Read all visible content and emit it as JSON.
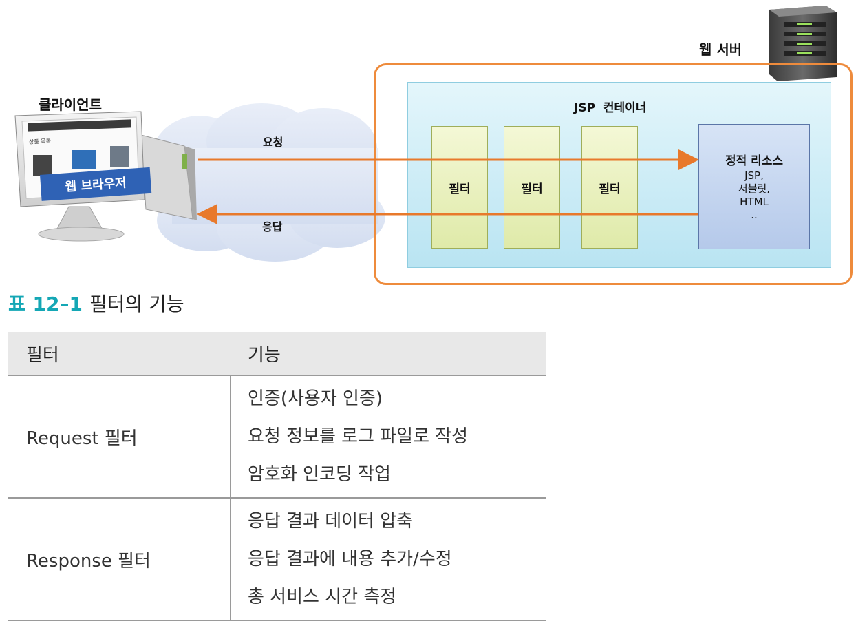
{
  "diagram": {
    "client_label": "클라이언트",
    "browser_label": "웹 브라우저",
    "screen_heading": "상품 목록",
    "server_label": "웹 서버",
    "container_label": "JSP  컨테이너",
    "request_label": "요청",
    "response_label": "응답",
    "filters": [
      "필터",
      "필터",
      "필터"
    ],
    "static_resource": {
      "title": "정적 리소스",
      "lines": [
        "JSP,",
        "서블릿,",
        "HTML",
        ".."
      ]
    },
    "colors": {
      "arrow": "#e8792b",
      "server_border": "#ee8b3c",
      "container_fill": "#c9ecf6",
      "filter_fill": "#e8efbc",
      "static_fill": "#c6d6ef",
      "cloud": "#dde5f4"
    }
  },
  "table": {
    "caption_number": "표 12–1",
    "caption_title": "필터의 기능",
    "headers": [
      "필터",
      "기능"
    ],
    "rows": [
      {
        "filter": "Request 필터",
        "functions": [
          "인증(사용자 인증)",
          "요청 정보를 로그 파일로 작성",
          "암호화 인코딩 작업"
        ]
      },
      {
        "filter": "Response 필터",
        "functions": [
          "응답 결과 데이터 압축",
          "응답 결과에 내용 추가/수정",
          "총 서비스 시간 측정"
        ]
      }
    ],
    "colors": {
      "caption_accent": "#14a7b5",
      "header_bg": "#e8e8e8"
    }
  }
}
